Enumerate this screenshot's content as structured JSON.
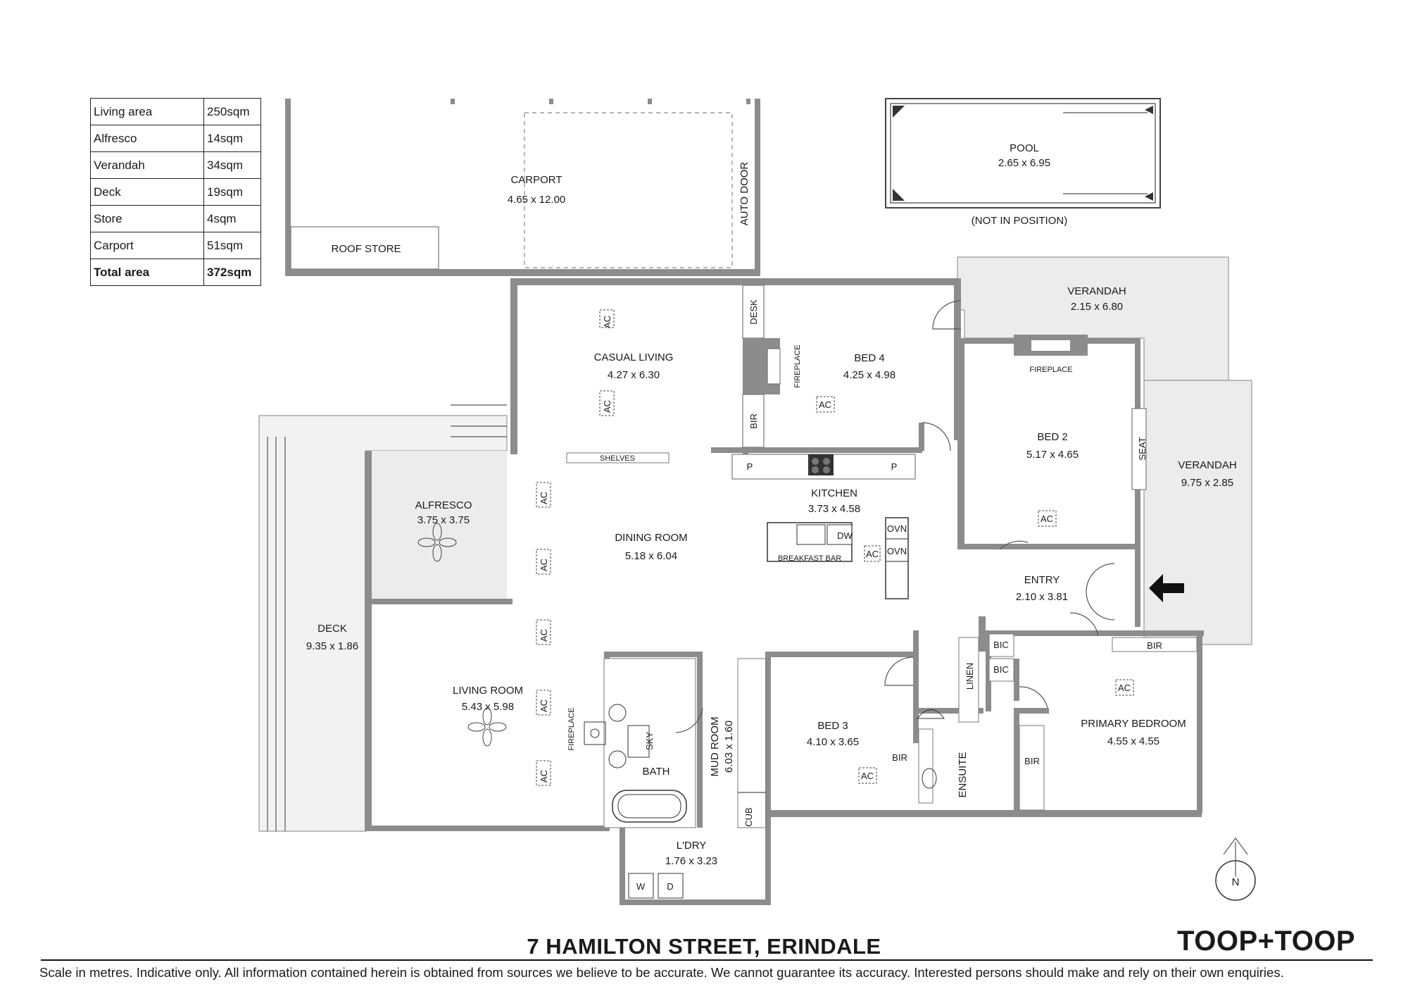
{
  "areas": {
    "rows": [
      {
        "label": "Living area",
        "value": "250sqm"
      },
      {
        "label": "Alfresco",
        "value": "14sqm"
      },
      {
        "label": "Verandah",
        "value": "34sqm"
      },
      {
        "label": "Deck",
        "value": "19sqm"
      },
      {
        "label": "Store",
        "value": "4sqm"
      },
      {
        "label": "Carport",
        "value": "51sqm"
      }
    ],
    "total": {
      "label": "Total area",
      "value": "372sqm"
    }
  },
  "rooms": {
    "carport": {
      "name": "CARPORT",
      "dims": "4.65 x 12.00"
    },
    "roof_store": {
      "name": "ROOF STORE"
    },
    "auto_door": {
      "name": "AUTO DOOR"
    },
    "pool": {
      "name": "POOL",
      "dims": "2.65 x 6.95",
      "note": "(NOT IN POSITION)"
    },
    "verandah_top": {
      "name": "VERANDAH",
      "dims": "2.15 x 6.80"
    },
    "verandah_east": {
      "name": "VERANDAH",
      "dims": "9.75 x 2.85"
    },
    "casual_living": {
      "name": "CASUAL LIVING",
      "dims": "4.27 x 6.30"
    },
    "bed4": {
      "name": "BED 4",
      "dims": "4.25 x 4.98"
    },
    "bed2": {
      "name": "BED 2",
      "dims": "5.17 x 4.65"
    },
    "alfresco": {
      "name": "ALFRESCO",
      "dims": "3.75 x 3.75"
    },
    "dining": {
      "name": "DINING ROOM",
      "dims": "5.18 x 6.04"
    },
    "kitchen": {
      "name": "KITCHEN",
      "dims": "3.73 x 4.58"
    },
    "entry": {
      "name": "ENTRY",
      "dims": "2.10 x 3.81"
    },
    "deck": {
      "name": "DECK",
      "dims": "9.35 x 1.86"
    },
    "living": {
      "name": "LIVING ROOM",
      "dims": "5.43 x 5.98"
    },
    "mud_room": {
      "name": "MUD ROOM",
      "dims": "6.03 x 1.60"
    },
    "bed3": {
      "name": "BED 3",
      "dims": "4.10 x 3.65"
    },
    "primary": {
      "name": "PRIMARY BEDROOM",
      "dims": "4.55 x 4.55"
    },
    "laundry": {
      "name": "L'DRY",
      "dims": "1.76 x 3.23"
    },
    "bath": {
      "name": "BATH"
    },
    "ensuite": {
      "name": "ENSUITE"
    }
  },
  "fixtures": {
    "ac": "AC",
    "desk": "DESK",
    "fireplace": "FIREPLACE",
    "bir": "BIR",
    "bic": "BIC",
    "shelves": "SHELVES",
    "pantry": "P",
    "dw": "DW",
    "ovn": "OVN",
    "breakfast_bar": "BREAKFAST BAR",
    "seat": "SEAT",
    "linen": "LINEN",
    "sky": "SKY",
    "cub": "CUB",
    "washer": "W",
    "dryer": "D",
    "north": "N"
  },
  "footer": {
    "address": "7 HAMILTON STREET, ERINDALE",
    "brand": "TOOP+TOOP",
    "disclaimer": "Scale in metres. Indicative only. All information contained herein is obtained from sources we believe to be accurate. We cannot guarantee its accuracy. Interested persons should make and rely on their own enquiries."
  },
  "colors": {
    "wall": "#8c8c8c",
    "outdoor_fill": "#ececec",
    "text": "#1a1a1a"
  }
}
